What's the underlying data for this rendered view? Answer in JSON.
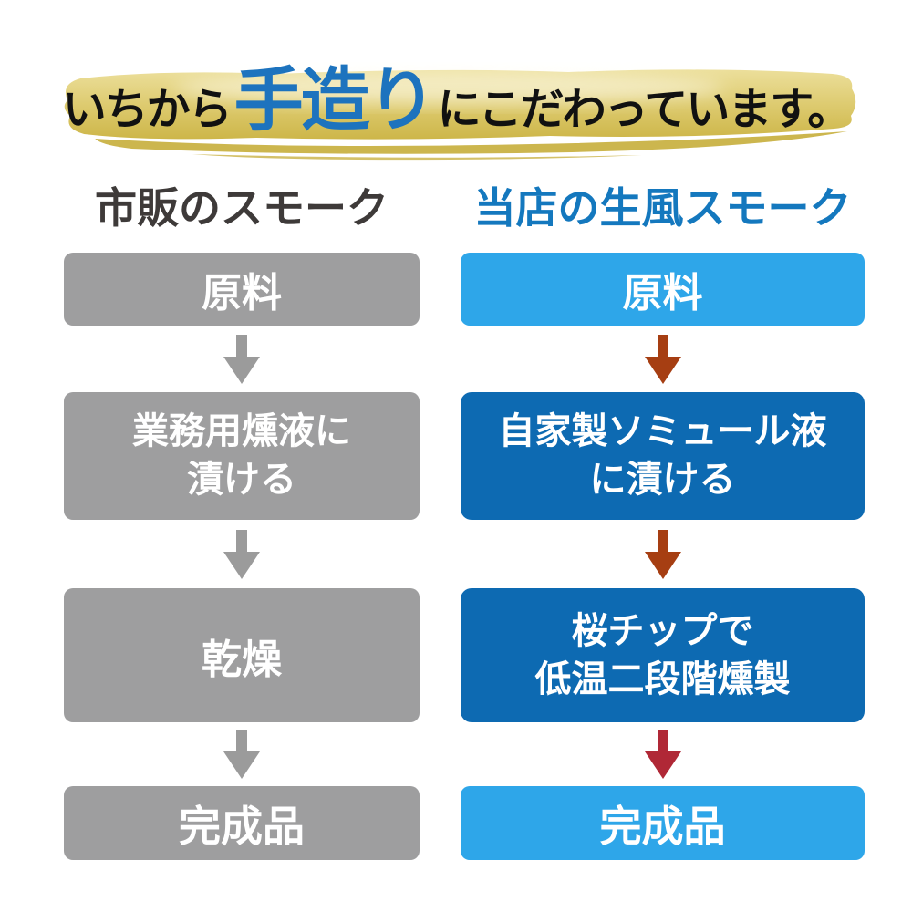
{
  "title": {
    "prefix": "いちから",
    "highlight": "手造り",
    "suffix": "にこだわっています。"
  },
  "comparison": {
    "left": {
      "header": "市販のスモーク",
      "steps": [
        {
          "lines": [
            "原料"
          ]
        },
        {
          "lines": [
            "業務用燻液に",
            "漬ける"
          ]
        },
        {
          "lines": [
            "乾燥"
          ]
        },
        {
          "lines": [
            "完成品"
          ]
        }
      ]
    },
    "right": {
      "header": "当店の生風スモーク",
      "steps": [
        {
          "lines": [
            "原料"
          ]
        },
        {
          "lines": [
            "自家製ソミュール液",
            "に漬ける"
          ]
        },
        {
          "lines": [
            "桜チップで",
            "低温二段階燻製"
          ]
        },
        {
          "lines": [
            "完成品"
          ]
        }
      ]
    }
  },
  "icons": {
    "down_arrow": "down-arrow"
  },
  "colors": {
    "title_black": "#111111",
    "title_blue": "#1d73be",
    "band_gold_top": "#ecdf9b",
    "band_gold_mid": "#dcc96c",
    "band_gold_bottom": "#cdb649",
    "band_gold_edge": "#c9b244",
    "header_left": "#3e3a39",
    "header_right": "#1478be",
    "gray_box": "#9e9e9f",
    "light_blue_box": "#2ea6e9",
    "dark_blue_box": "#0d6ab2",
    "arrow_gray": "#9b9b9b",
    "arrow_rust": "#a63e12",
    "arrow_crimson": "#b02836",
    "box_text": "#ffffff",
    "background": "#ffffff"
  }
}
